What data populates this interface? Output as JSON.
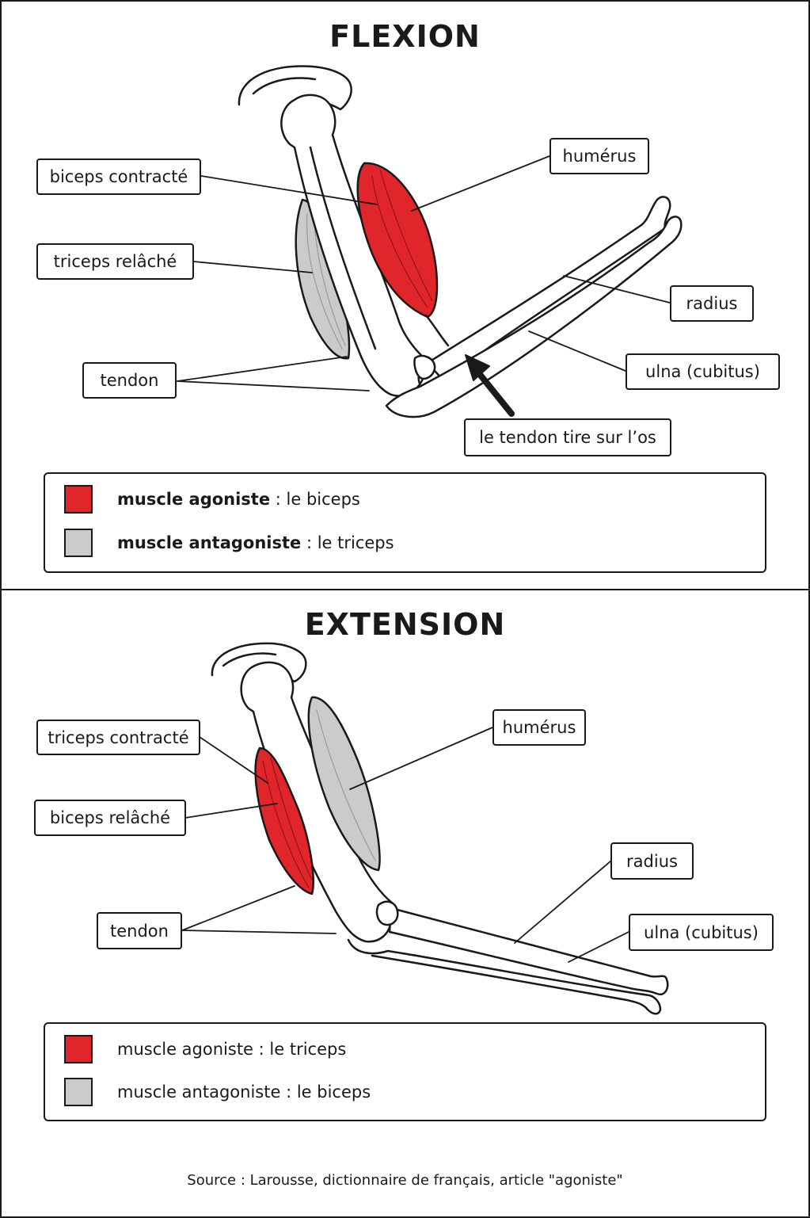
{
  "colors": {
    "agonist": "#e0262b",
    "antagonist": "#cbcbcb",
    "ink": "#1a1a1a"
  },
  "flexion": {
    "title": "FLEXION",
    "labels": {
      "biceps": "biceps contracté",
      "triceps": "triceps relâché",
      "tendon": "tendon",
      "humerus": "humérus",
      "radius": "radius",
      "ulna": "ulna (cubitus)",
      "pull": "le tendon tire sur l’os"
    },
    "legend": {
      "agonist_term": "muscle agoniste",
      "agonist_value": ": le biceps",
      "antagonist_term": "muscle antagoniste",
      "antagonist_value": ": le triceps"
    }
  },
  "extension": {
    "title": "EXTENSION",
    "labels": {
      "triceps": "triceps contracté",
      "biceps": "biceps relâché",
      "tendon": "tendon",
      "humerus": "humérus",
      "radius": "radius",
      "ulna": "ulna (cubitus)"
    },
    "legend": {
      "agonist_term": "muscle agoniste",
      "agonist_value": ": le triceps",
      "antagonist_term": "muscle antagoniste",
      "antagonist_value": ": le biceps"
    }
  },
  "source": "Source : Larousse, dictionnaire de français, article \"agoniste\""
}
